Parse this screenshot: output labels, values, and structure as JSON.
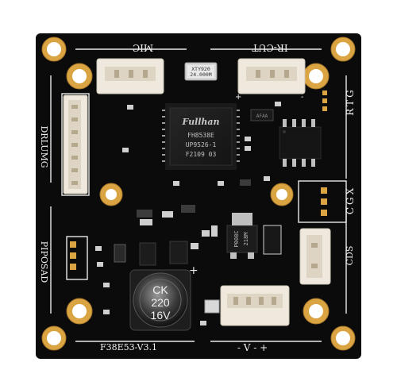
{
  "silkscreen": {
    "mic": "MIC",
    "ir_cut": "IR-CUT",
    "rtg": "RTG",
    "drlumg": "DRLUMG",
    "cgx": "CGX",
    "pi_posad": "PIPOSAD",
    "cds": "CDS",
    "board_id": "F38E53-V3.1",
    "power_pins": "- V - +",
    "ir_plus": "+",
    "ir_minus": "-",
    "plus_mark": "+"
  },
  "crystal": {
    "line1": "XTY920",
    "line2": "24.000M"
  },
  "soc": {
    "brand": "Fullhan",
    "line1": "FH8538E",
    "line2": "UP9526-1",
    "line3": "F2109 03"
  },
  "flash_marking": "AFAA",
  "regulator": {
    "line1": "P008C",
    "line2": "218M"
  },
  "capacitor": {
    "line1": "CK",
    "line2": "220",
    "line3": "16V"
  },
  "colors": {
    "pcb": "#0b0b0b",
    "gold": "#d9a441",
    "connector": "#efe8dc",
    "silk": "#f2f2f2"
  }
}
